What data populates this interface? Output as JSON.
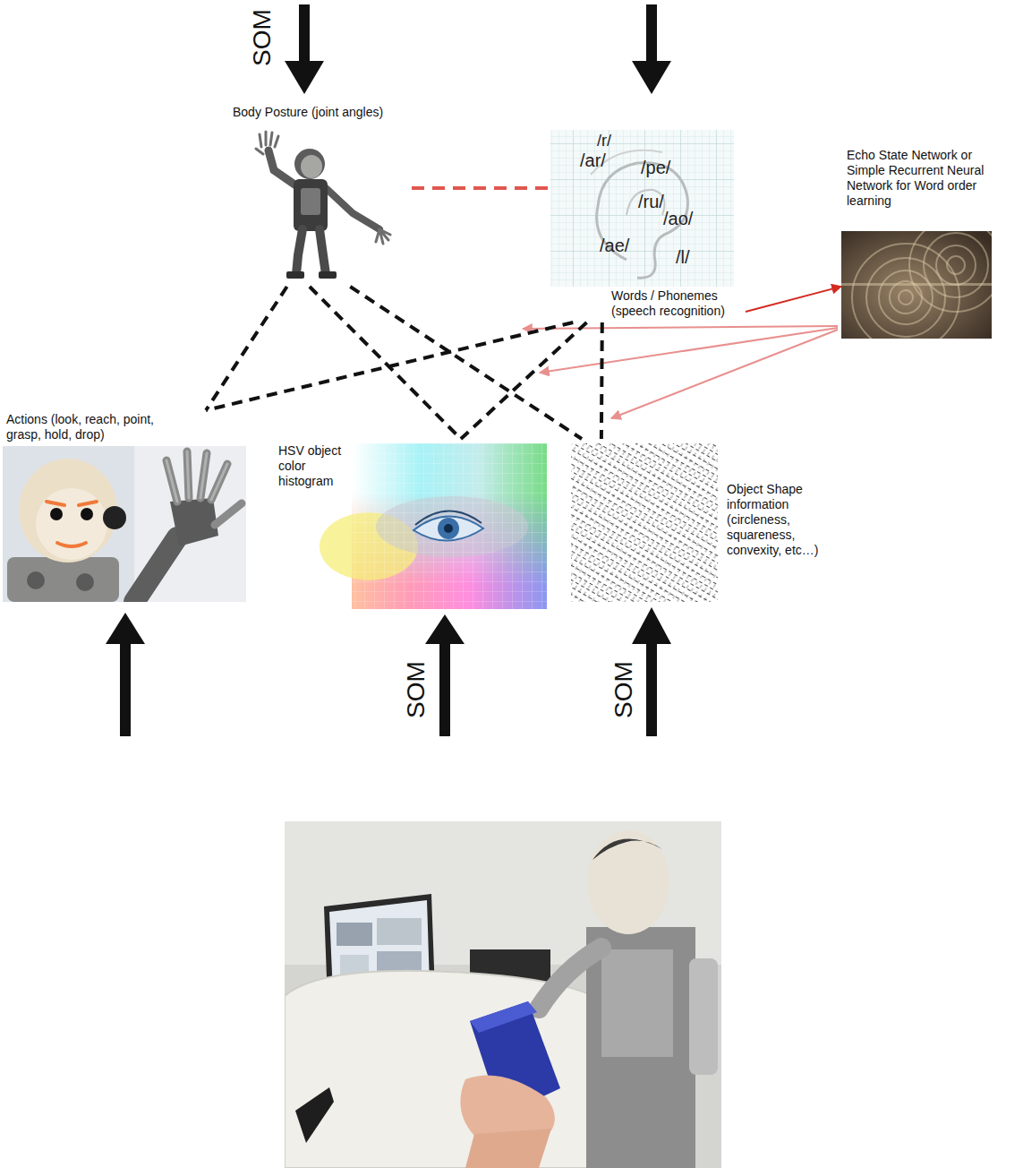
{
  "diagram": {
    "nodes": [
      {
        "text": [
          "Body Posture (joint angles)"
        ]
      },
      {
        "text": [
          "/r/",
          "/ar/",
          "/pe/",
          "/ru/",
          "/ao/",
          "/ae/",
          "/l/",
          "Words / Phonemes (speech recognition)"
        ]
      },
      {
        "text": [
          "Echo State Network or Simple Recurrent Neural Network for Word order learning"
        ]
      },
      {
        "text": [
          "Actions (look, reach, point, grasp, hold, drop)"
        ]
      },
      {
        "text": [
          "HSV object color histogram"
        ]
      },
      {
        "text": [
          "Object Shape information (circleness, squareness, convexity, etc…)"
        ]
      }
    ],
    "edges": [
      {
        "from": 0,
        "to": 1,
        "arrow": "none"
      },
      {
        "from": 0,
        "to": 3,
        "arrow": "none"
      },
      {
        "from": 0,
        "to": 4,
        "arrow": "none"
      },
      {
        "from": 0,
        "to": 5,
        "arrow": "none"
      },
      {
        "from": 1,
        "to": 3,
        "arrow": "none"
      },
      {
        "from": 1,
        "to": 4,
        "arrow": "none"
      },
      {
        "from": 1,
        "to": 5,
        "arrow": "none"
      },
      {
        "from": 1,
        "to": 2,
        "arrow": "to"
      }
    ],
    "labels": [
      "SOM",
      "SOM",
      "SOM"
    ]
  }
}
